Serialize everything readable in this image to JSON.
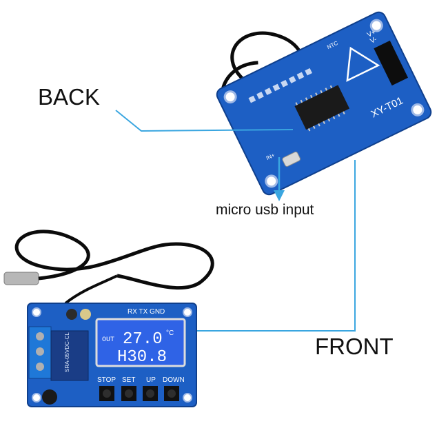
{
  "labels": {
    "back": "BACK",
    "front": "FRONT",
    "usb": "micro usb input"
  },
  "back_board": {
    "model": "XY-T01",
    "pins": [
      "V+",
      "V-",
      "NTC"
    ],
    "pin_label": "IN+"
  },
  "front_board": {
    "header": "RX TX GND",
    "display_out": "OUT",
    "display_line1": "27.0",
    "display_unit": "°C",
    "display_line2": "H30.8",
    "buttons": [
      "STOP",
      "SET",
      "UP",
      "DOWN"
    ],
    "relay_text": "SRA-05VDC-CL"
  },
  "colors": {
    "pcb": "#1d5fc4",
    "pcb_dark": "#134a9e",
    "callout_line": "#3aa6e0",
    "lcd": "#2f63e6",
    "lcd_text": "#ffffff"
  }
}
